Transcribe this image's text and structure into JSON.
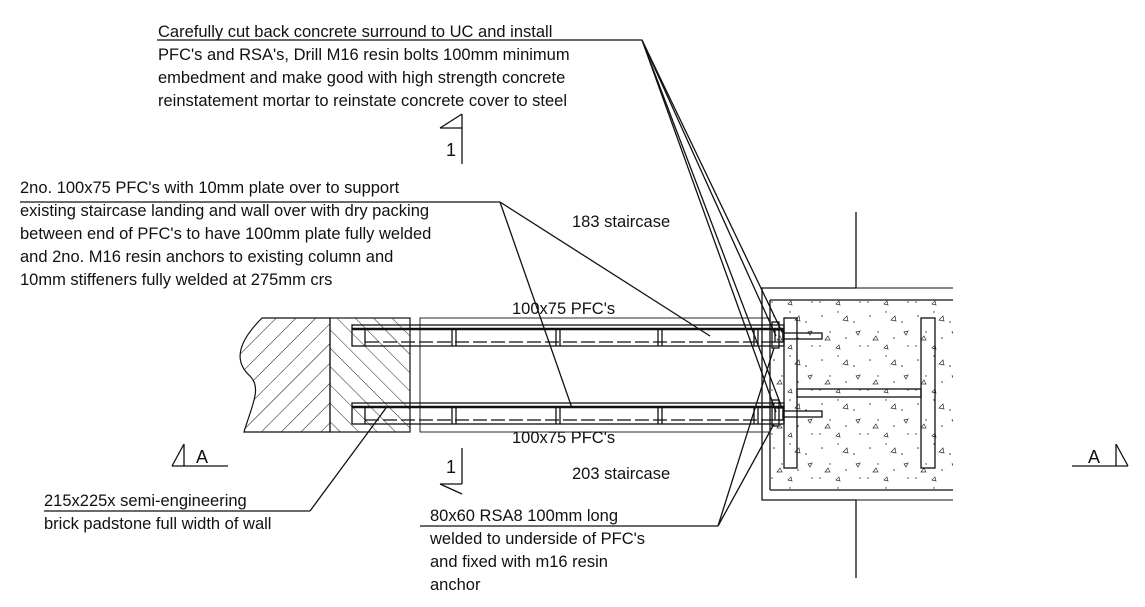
{
  "notes": {
    "note_top": [
      "Carefully cut back concrete surround to UC and install",
      "PFC's and RSA's, Drill M16 resin bolts 100mm minimum",
      "embedment and make good with high strength concrete",
      "reinstatement mortar to reinstate concrete cover to steel"
    ],
    "note_pfc": [
      "2no. 100x75 PFC's with 10mm plate over to support",
      "existing staircase landing and wall over with dry packing",
      "between end of PFC's to have 100mm plate fully welded",
      "and 2no. M16 resin anchors to existing column and",
      "10mm stiffeners fully welded  at 275mm crs"
    ],
    "note_padstone": [
      "215x225x semi-engineering",
      "brick padstone full width of wall"
    ],
    "note_rsa": [
      "80x60 RSA8 100mm long",
      "welded to underside of PFC's",
      "and fixed with m16 resin",
      "anchor"
    ]
  },
  "labels": {
    "staircase_183": "183 staircase",
    "staircase_203": "203 staircase",
    "pfc_upper": "100x75 PFC's",
    "pfc_lower": "100x75 PFC's"
  },
  "section_marks": {
    "section_1_top": "1",
    "section_1_bottom": "1",
    "section_a_left": "A",
    "section_a_right": "A"
  }
}
